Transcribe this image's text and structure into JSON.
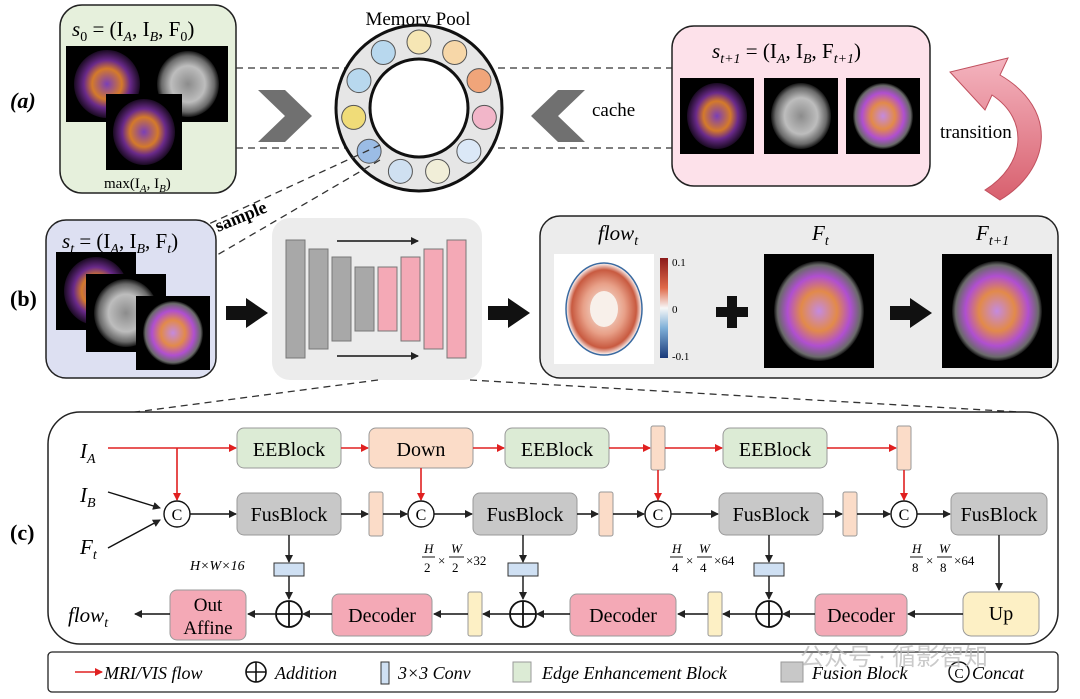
{
  "panel_labels": {
    "a": "(a)",
    "b": "(b)",
    "c": "(c)"
  },
  "panel_a": {
    "memory_pool_title": "Memory Pool",
    "state_s0": "s₀ = (I_A, I_B, F₀)",
    "state_s0_parts": {
      "s": "s",
      "sub": "0",
      "rest": " = (I",
      "a": "A",
      "comma1": ", I",
      "b": "B",
      "comma2": ", F",
      "f": "0",
      "close": ")"
    },
    "max_label_parts": {
      "pre": "max(I",
      "a": "A",
      "mid": ", I",
      "b": "B",
      "post": ")"
    },
    "state_st1_parts": {
      "s": "s",
      "sub": "t+1",
      "rest": " = (I",
      "a": "A",
      "comma1": ", I",
      "b": "B",
      "comma2": ", F",
      "f": "t+1",
      "close": ")"
    },
    "cache_label": "cache",
    "transition_label": "transition",
    "pool_colors": [
      "#f6e6b4",
      "#f7d7a8",
      "#f0a57a",
      "#f2b6c9",
      "#dbe8f7",
      "#f1eed8",
      "#cfe0f1",
      "#9bbce5",
      "#f0dc78",
      "#b8d8ee",
      "#b8d8ee"
    ]
  },
  "panel_b": {
    "sample_label": "sample",
    "state_st_parts": {
      "s": "s",
      "sub": "t",
      "rest": " = (I",
      "a": "A",
      "comma1": ", I",
      "b": "B",
      "comma2": ", F",
      "f": "t",
      "close": ")"
    },
    "flow_title": {
      "main": "flow",
      "sub": "t"
    },
    "ft_title": {
      "main": "F",
      "sub": "t"
    },
    "ft1_title": {
      "main": "F",
      "sub": "t+1"
    },
    "colorbar_ticks": [
      "0.1",
      "0",
      "-0.1"
    ]
  },
  "panel_c": {
    "inputs": [
      {
        "main": "I",
        "sub": "A"
      },
      {
        "main": "I",
        "sub": "B"
      },
      {
        "main": "F",
        "sub": "t"
      }
    ],
    "eeblock_label": "EEBlock",
    "down_label": "Down",
    "fusblock_label": "FusBlock",
    "decoder_label": "Decoder",
    "up_label": "Up",
    "out_affine": [
      "Out",
      "Affine"
    ],
    "concat_symbol": "C",
    "dims": [
      {
        "num": "",
        "den": "",
        "text": "H×W×16"
      },
      {
        "num": "H",
        "den": "2",
        "num2": "W",
        "den2": "2",
        "tail": "×32"
      },
      {
        "num": "H",
        "den": "4",
        "num2": "W",
        "den2": "4",
        "tail": "×64"
      },
      {
        "num": "H",
        "den": "8",
        "num2": "W",
        "den2": "8",
        "tail": "×64"
      }
    ],
    "output": {
      "main": "flow",
      "sub": "t"
    }
  },
  "legend": {
    "mri_flow": "MRI/VIS flow",
    "addition": "Addition",
    "conv": "3×3 Conv",
    "edge": "Edge Enhancement Block",
    "fusion": "Fusion Block",
    "concat": "Concat",
    "concat_symbol": "C"
  },
  "watermark": "公众号 · 循影智知",
  "colors": {
    "green_block": "#dcebd5",
    "orange_block": "#fbdcc8",
    "gray_block": "#c8c8c8",
    "pink_block": "#f4a9b6",
    "yellow_block": "#fdf0c5",
    "blue_conv": "#cfe0f3",
    "red_flow": "#e02020",
    "panel_a_left_bg": "#e6f0dc",
    "panel_a_right_bg": "#fde1ea",
    "panel_b_left_bg": "#dde0f2",
    "panel_b_right_bg": "#ececec",
    "network_bg": "#ececec"
  }
}
